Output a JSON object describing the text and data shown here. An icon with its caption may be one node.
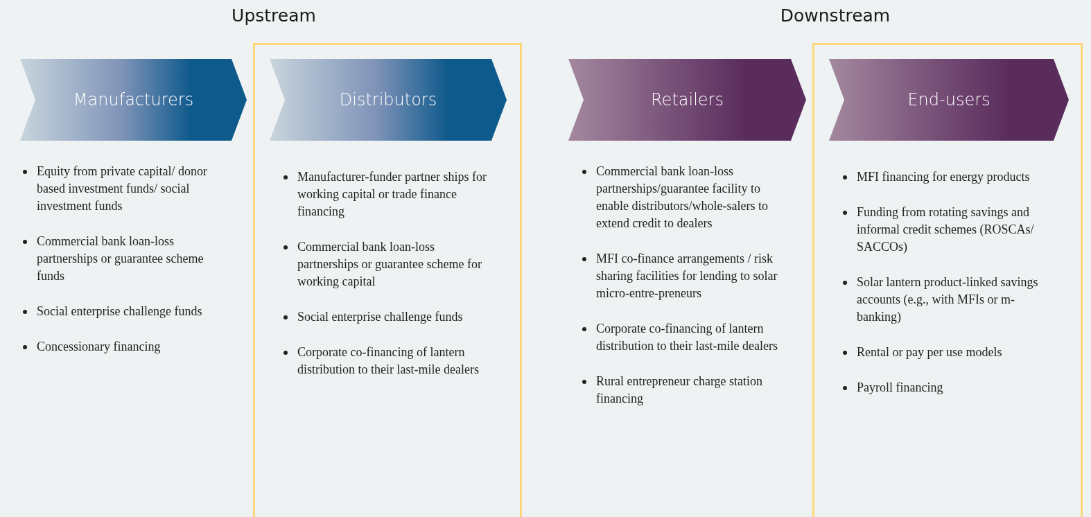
{
  "diagram": {
    "nodes": [
      {
        "text": [
          "Manufacturers"
        ],
        "beside": [
          "Equity from private capital/ donor based investment funds/ social investment funds",
          "Commercial bank loan-loss partnerships or guarantee scheme funds",
          "Social enterprise challenge funds",
          "Concessionary financing"
        ]
      },
      {
        "text": [],
        "shape": "box"
      },
      {
        "text": [
          "Distributors"
        ],
        "in": 1,
        "beside": [
          "Manufacturer-funder partner ships for working capital or trade finance financing",
          "Commercial bank loan-loss partnerships or guarantee scheme for working capital",
          "Social enterprise challenge funds",
          "Corporate co-financing of lantern distribution to their last-mile dealers"
        ]
      },
      {
        "text": [
          "Retailers"
        ],
        "beside": [
          "Commercial bank loan-loss partnerships/guarantee facility to enable distributors/whole-salers to extend credit to dealers",
          "MFI co-finance arrangements / risk sharing facilities for lending to solar micro-entre-preneurs",
          "Corporate co-financing of lantern distribution to their last-mile dealers",
          "Rural entrepreneur charge station financing"
        ]
      },
      {
        "text": [],
        "shape": "box"
      },
      {
        "text": [
          "End-users"
        ],
        "in": 4,
        "beside": [
          "MFI financing for energy products",
          "Funding from rotating savings and informal credit schemes (ROSCAs/ SACCOs)",
          "Solar lantern product-linked savings accounts (e.g., with MFIs or m-banking)",
          "Rental or pay per use models",
          "Payroll financing"
        ]
      }
    ],
    "labels": [
      "Upstream",
      "Downstream"
    ]
  }
}
